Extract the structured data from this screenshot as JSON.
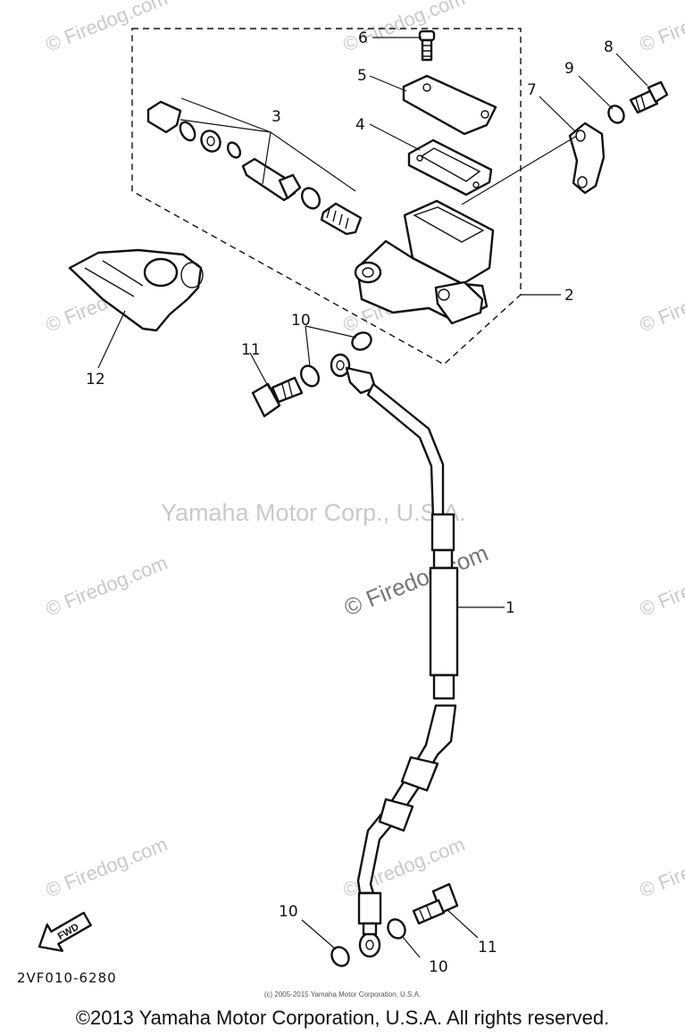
{
  "watermarks": {
    "center": "Yamaha Motor Corp., U.S.A.",
    "firedog": "© Firedog.com"
  },
  "callouts": [
    "1",
    "2",
    "3",
    "4",
    "5",
    "6",
    "7",
    "8",
    "9",
    "10",
    "10",
    "10",
    "11",
    "11",
    "12"
  ],
  "direction_label": "FWD",
  "diagram_code": "2VF010-6280",
  "small_copyright": "(c) 2005-2015 Yamaha Motor Corporation, U.S.A.",
  "footer_copyright": "©2013 Yamaha Motor Corporation, U.S.A. All rights reserved."
}
